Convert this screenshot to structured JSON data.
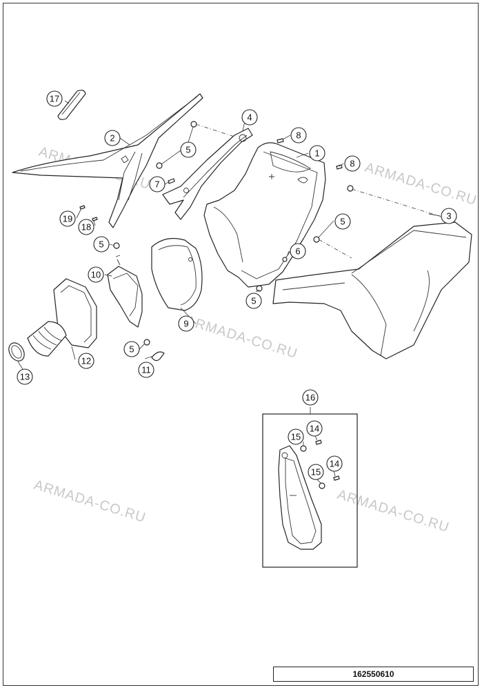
{
  "diagram": {
    "document_number": "162550610",
    "watermark": "ARMADA-CO.RU",
    "callouts": [
      "1",
      "2",
      "3",
      "4",
      "5",
      "6",
      "7",
      "8",
      "9",
      "10",
      "11",
      "12",
      "13",
      "14",
      "15",
      "16",
      "17",
      "18",
      "19"
    ]
  }
}
